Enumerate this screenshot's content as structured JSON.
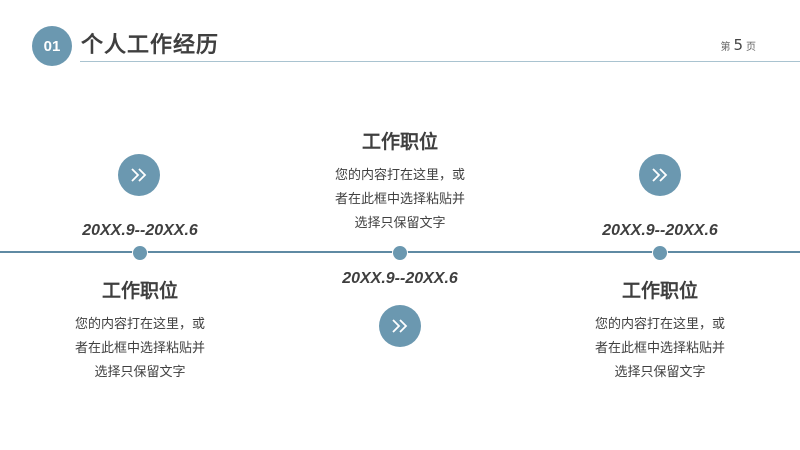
{
  "header": {
    "section_number": "01",
    "title": "个人工作经历",
    "page_prefix": "第",
    "page_number": "5",
    "page_suffix": "页"
  },
  "colors": {
    "accent": "#6b98b0",
    "timeline": "#5f8aa3",
    "header_line": "#a9c3d0",
    "text": "#404040"
  },
  "timeline": {
    "items": [
      {
        "date": "20XX.9--20XX.6",
        "title": "工作职位",
        "desc_lines": [
          "您的内容打在这里，或",
          "者在此框中选择粘贴并",
          "选择只保留文字"
        ],
        "icon": "double-chevron-right-icon"
      },
      {
        "date": "20XX.9--20XX.6",
        "title": "工作职位",
        "desc_lines": [
          "您的内容打在这里，或",
          "者在此框中选择粘贴并",
          "选择只保留文字"
        ],
        "icon": "double-chevron-right-icon"
      },
      {
        "date": "20XX.9--20XX.6",
        "title": "工作职位",
        "desc_lines": [
          "您的内容打在这里，或",
          "者在此框中选择粘贴并",
          "选择只保留文字"
        ],
        "icon": "double-chevron-right-icon"
      }
    ]
  }
}
